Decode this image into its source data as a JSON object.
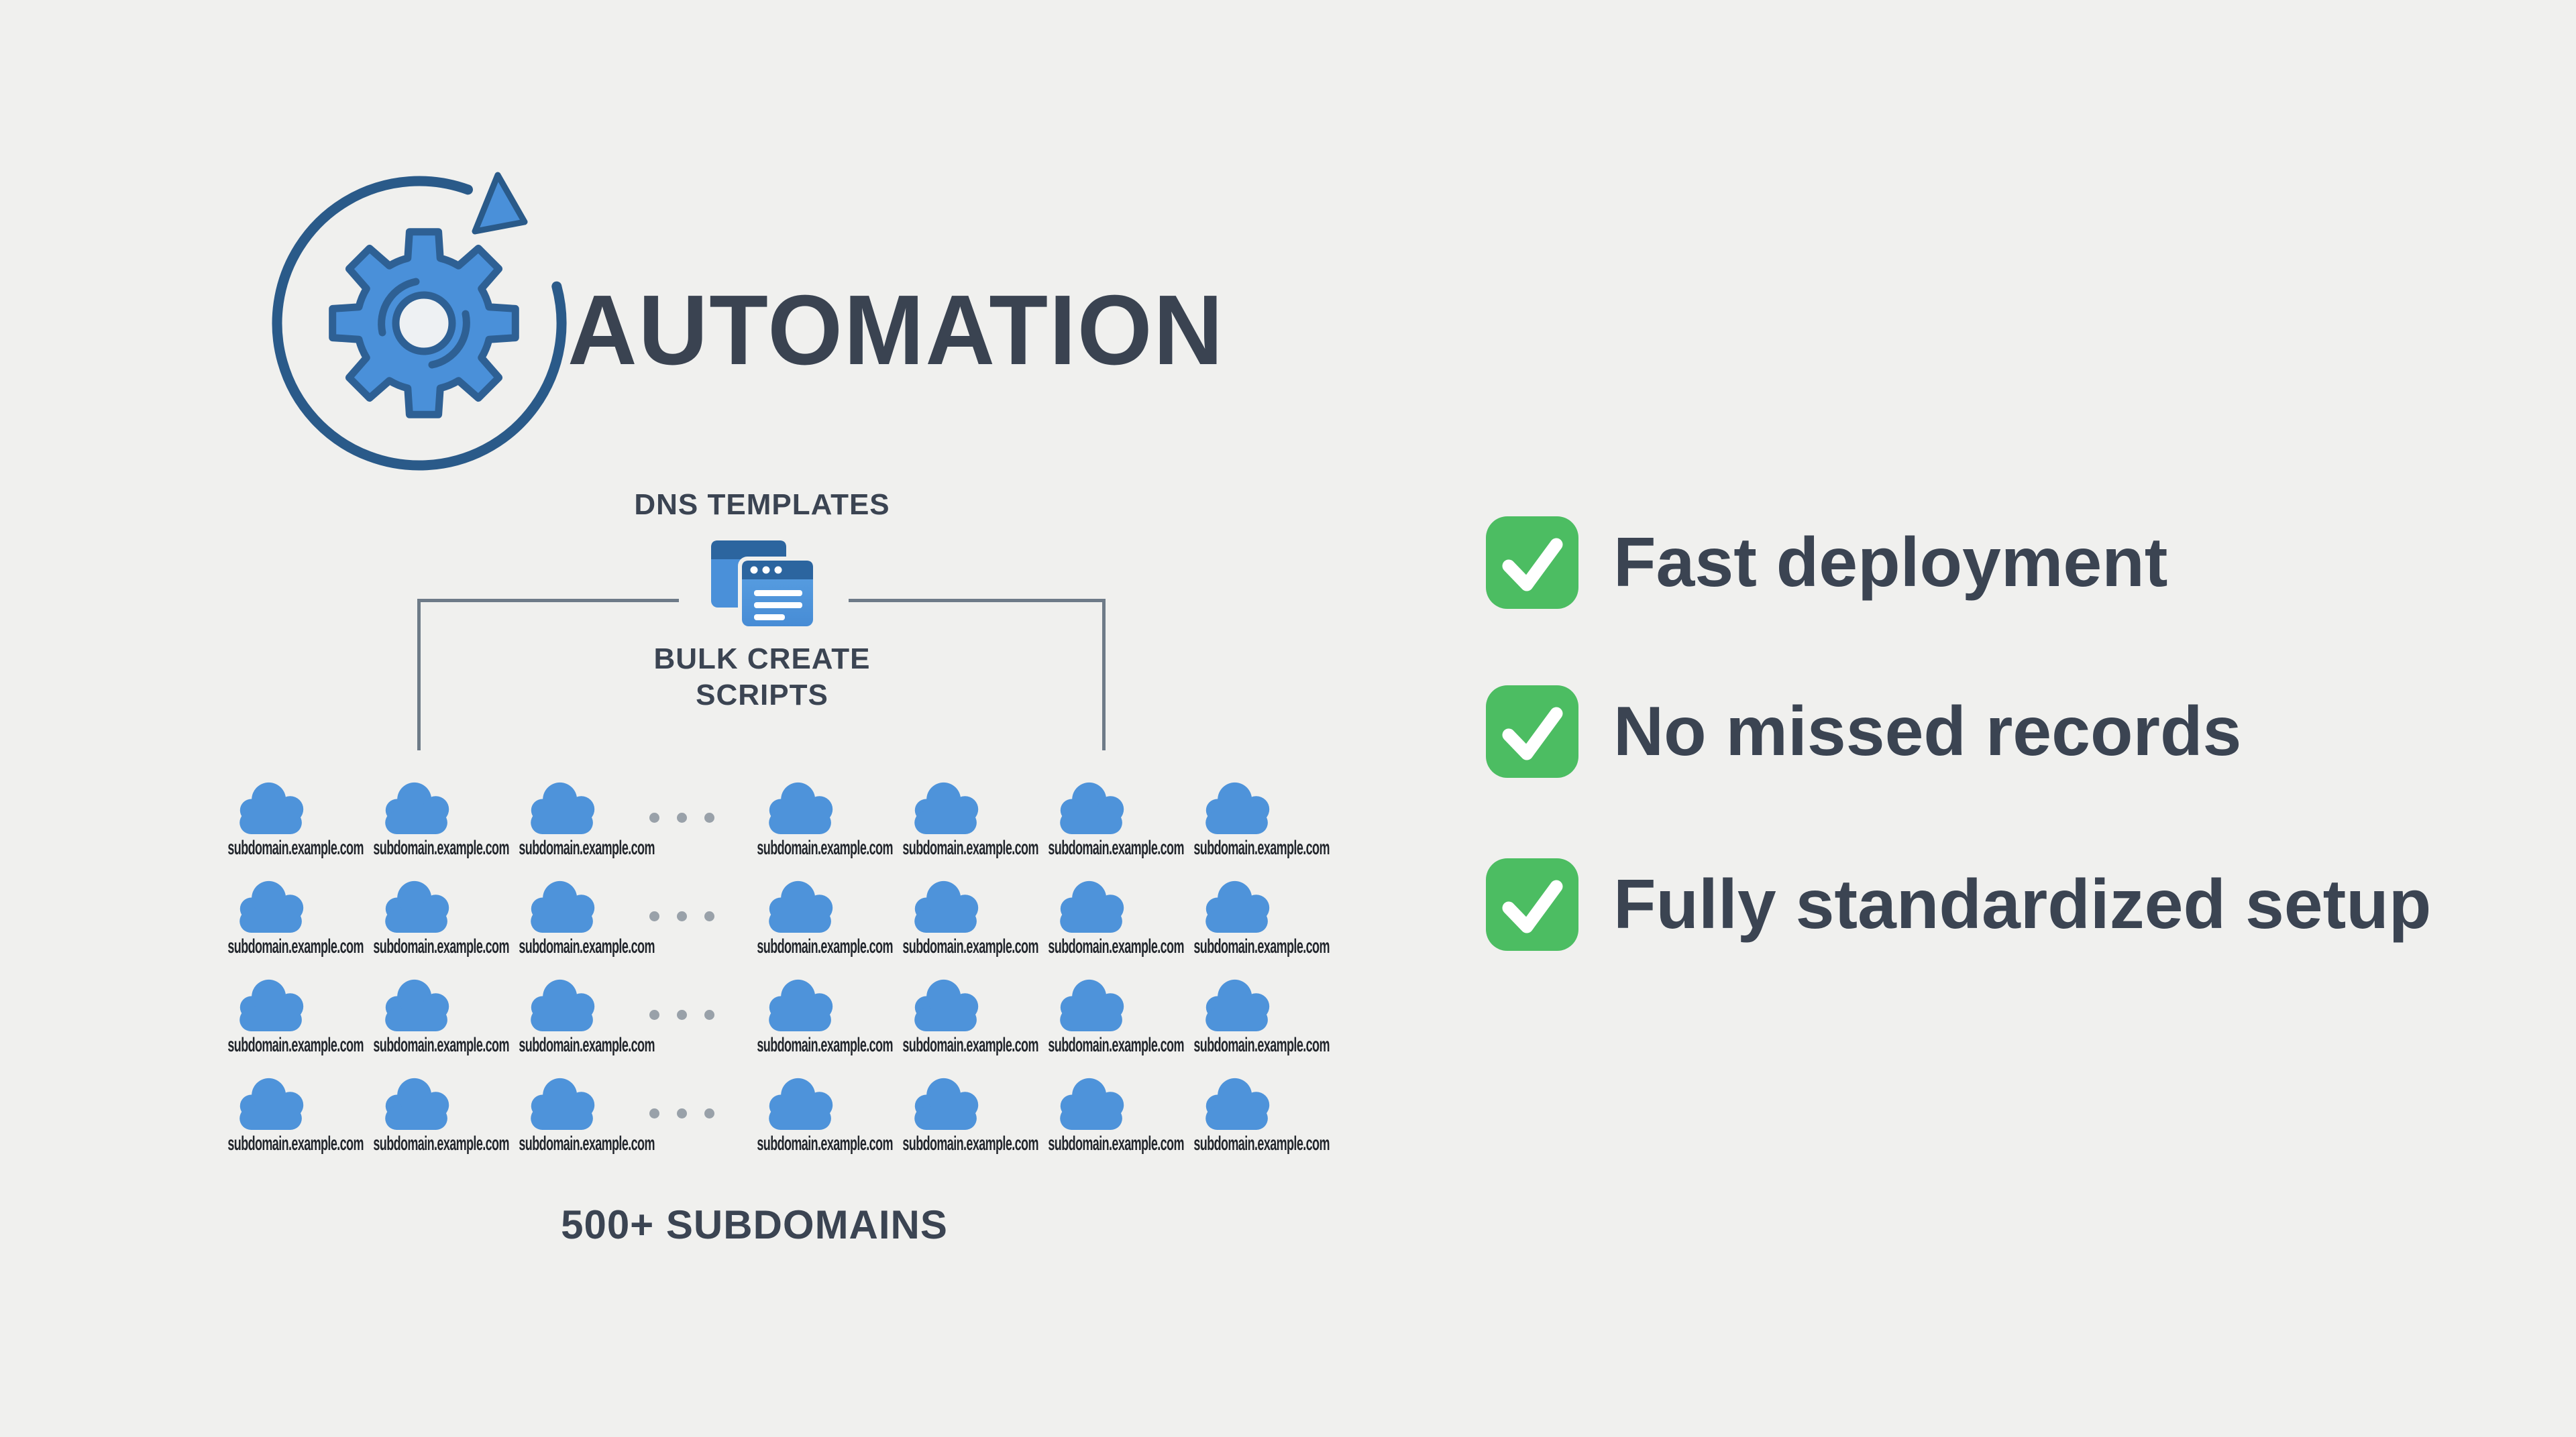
{
  "title": {
    "text": "AUTOMATION"
  },
  "diagram": {
    "source_label": "DNS TEMPLATES",
    "process_label": "BULK CREATE\nSCRIPTS",
    "subdomain_label": "subdomain.example.com",
    "grid": {
      "rows": 4,
      "left_columns": 3,
      "right_columns": 4,
      "ellipsis": "..."
    },
    "total_label": "500+ SUBDOMAINS"
  },
  "benefits": {
    "items": [
      {
        "label": "Fast deployment"
      },
      {
        "label": "No missed records"
      },
      {
        "label": "Fully standardized setup"
      }
    ]
  },
  "colors": {
    "background": "#f0f0ee",
    "text_dark": "#3b4452",
    "label_dark": "#22262c",
    "blue_primary": "#4a90d9",
    "blue_cloud": "#4e93da",
    "blue_outline": "#2e6094",
    "blue_header": "#2c659f",
    "connector_gray": "#6e7b88",
    "green_check": "#4cbd62",
    "dot_gray": "#99a1a9"
  }
}
